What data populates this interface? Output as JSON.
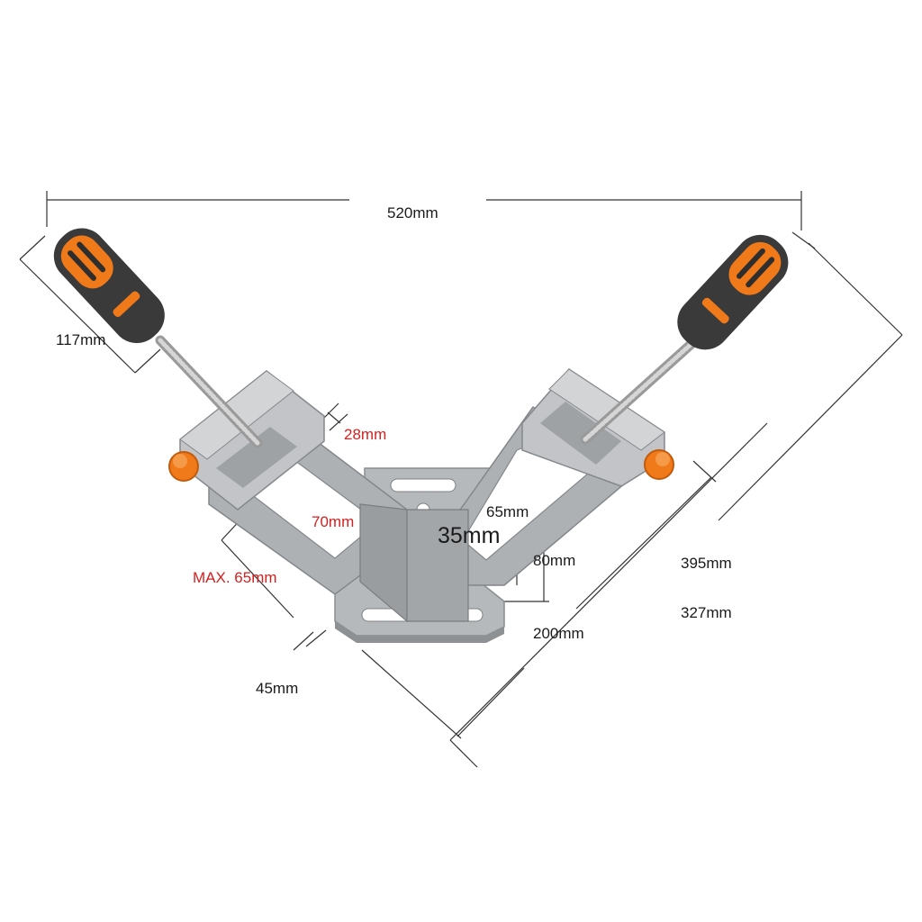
{
  "dimensions": {
    "overall_width": "520mm",
    "handle_length": "117mm",
    "jaw_height": "28mm",
    "jaw_depth": "70mm",
    "max_opening": "MAX. 65mm",
    "slot_center": "35mm",
    "inner_65": "65mm",
    "plate_80": "80mm",
    "side_395": "395mm",
    "side_327": "327mm",
    "base_200": "200mm",
    "foot_45": "45mm"
  },
  "colors": {
    "aluminum": "#a9acb0",
    "aluminum_light": "#c6c8cb",
    "aluminum_dark": "#85888c",
    "handle_dark": "#3a3a3a",
    "handle_orange": "#f07a1a",
    "red_label": "#d42020"
  }
}
